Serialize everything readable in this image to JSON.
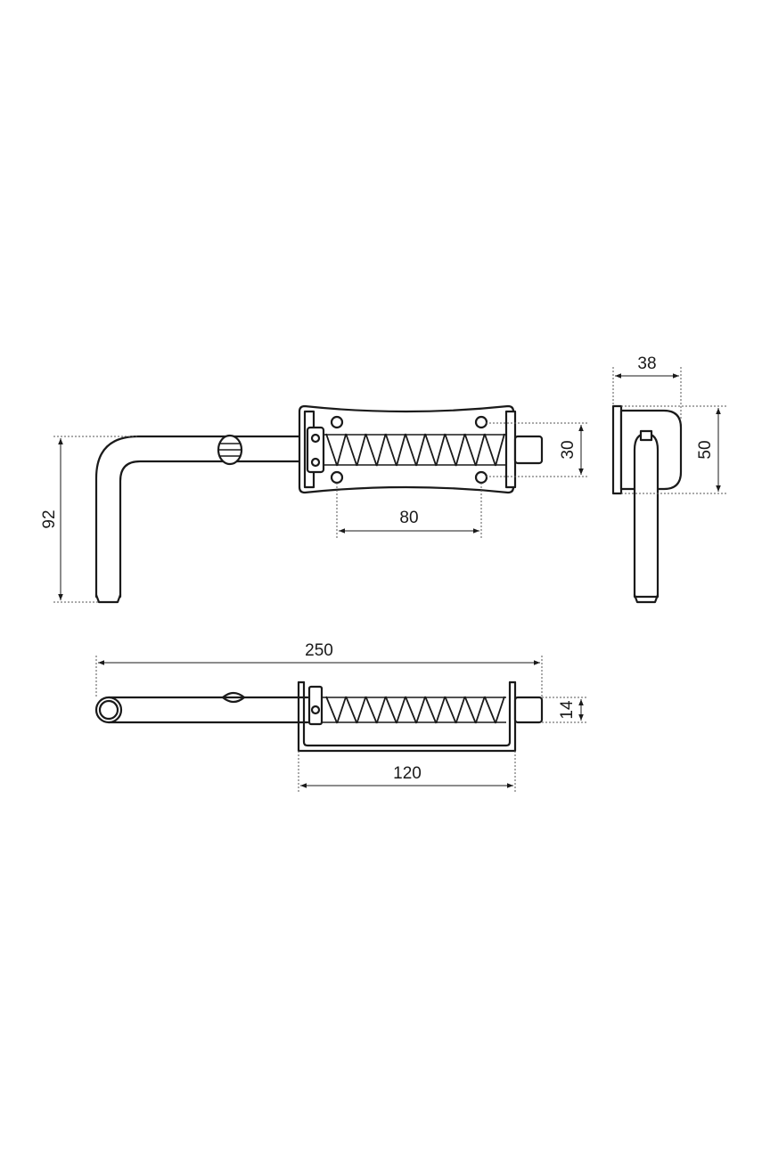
{
  "dimensions": {
    "front_bar_height": "92",
    "front_hole_spacing": "80",
    "front_pin_height": "30",
    "side_width": "38",
    "side_height": "50",
    "top_total_length": "250",
    "top_housing_length": "120",
    "top_pin_diameter": "14"
  },
  "colors": {
    "line": "#1a1a1a",
    "background": "#ffffff"
  }
}
